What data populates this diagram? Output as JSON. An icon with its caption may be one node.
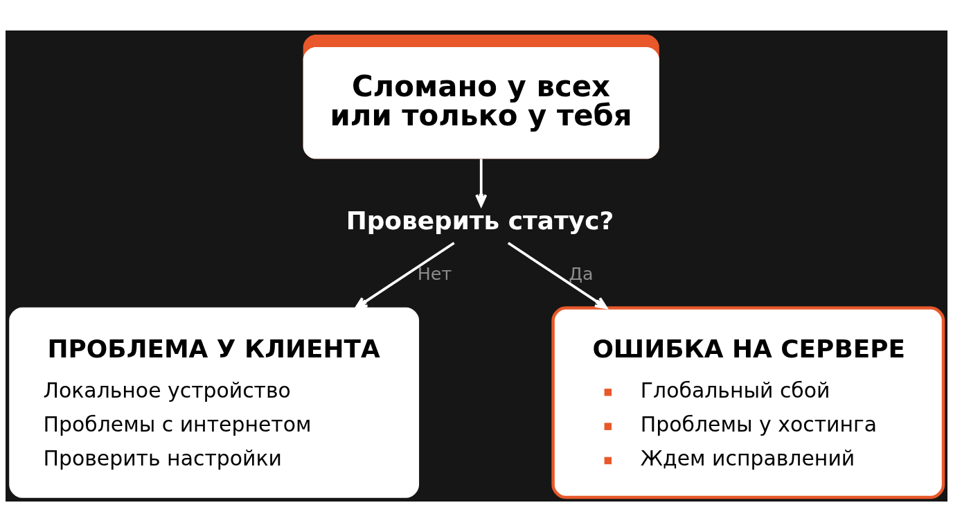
{
  "diagram": {
    "nodes": [
      {
        "text": [
          "Сломано у всех или только у тебя"
        ]
      },
      {
        "text": [
          "Проверить статус?"
        ]
      },
      {
        "text": [
          "ПРОБЛЕМА У КЛИЕНТА",
          "Локальное устройство",
          "Проблемы с интернетом",
          "Проверить настройки"
        ]
      },
      {
        "text": [
          "ОШИБКА НА СЕРВЕРЕ",
          "Глобальный сбой",
          "Проблемы у хостинга",
          "Ждем исправлений"
        ]
      }
    ],
    "edges": [
      {
        "from": 0,
        "to": 1,
        "arrow": "to"
      },
      {
        "from": 1,
        "to": 2,
        "arrow": "to",
        "label": "Нет"
      },
      {
        "from": 1,
        "to": 3,
        "arrow": "to",
        "label": "Да"
      }
    ]
  }
}
